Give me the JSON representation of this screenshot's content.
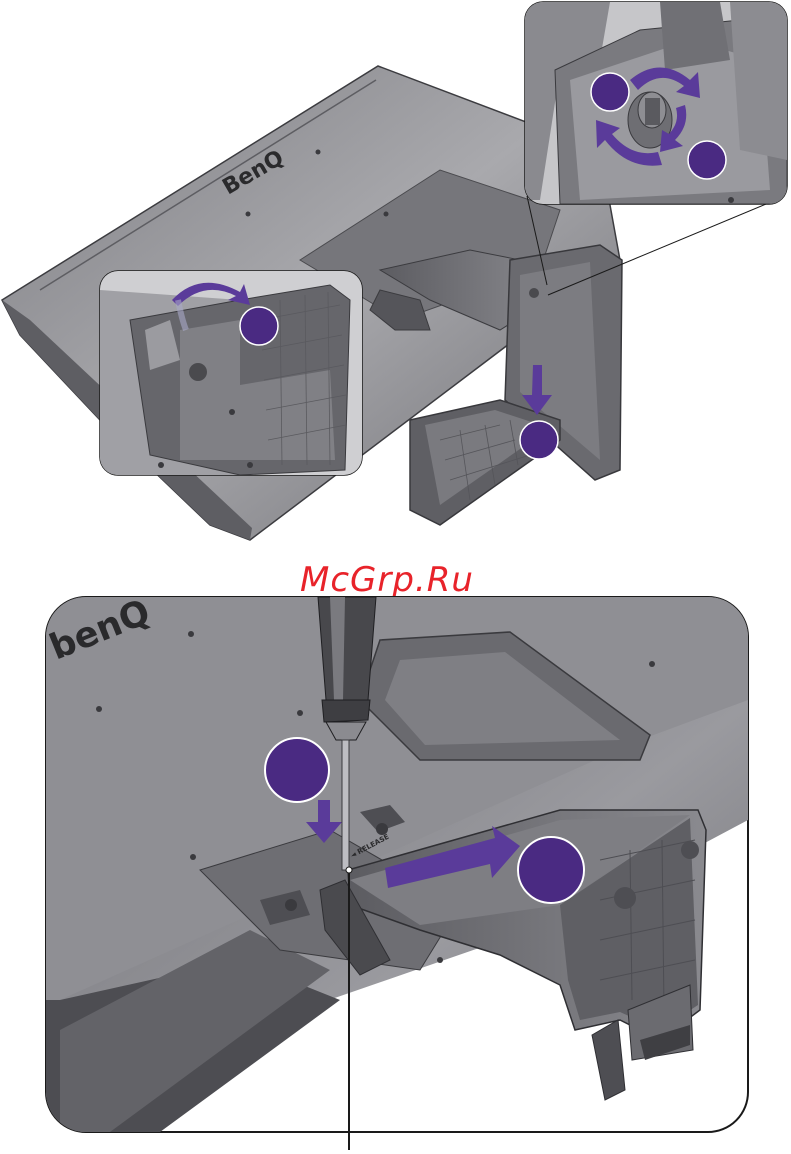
{
  "figure": {
    "brand_top": "BenQ",
    "brand_bottom": "benQ",
    "watermark": "McGrp.Ru",
    "release_text": "◄ RELEASE"
  },
  "colors": {
    "monitor_back": "#8e8e93",
    "monitor_dark": "#55555a",
    "stand": "#6b6b70",
    "callout_purple": "#4a2a82",
    "arrow_purple": "#5a3b9a",
    "watermark_red": "#e8232a"
  },
  "icons": {
    "screwdriver": "screwdriver-icon",
    "rotate_arrows": "rotate-arrows-icon",
    "down_arrow": "down-arrow-icon",
    "right_arrow": "right-arrow-icon"
  }
}
